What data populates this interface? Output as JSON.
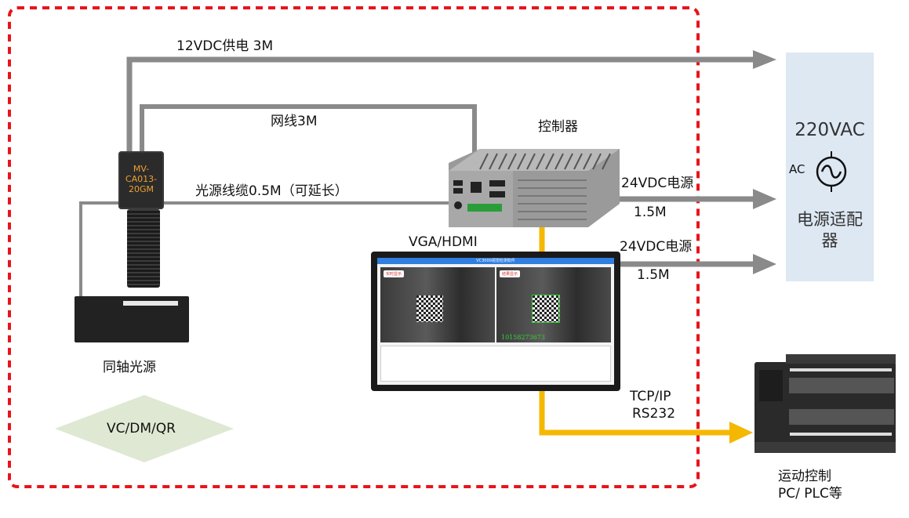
{
  "diagram": {
    "labels": {
      "power_12v": "12VDC供电 3M",
      "network": "网线3M",
      "light_cable": "光源线缆0.5M（可延长）",
      "controller": "控制器",
      "dc24_upper": "24VDC电源",
      "len_upper": "1.5M",
      "dc24_lower": "24VDC电源",
      "len_lower": "1.5M",
      "vga_hdmi": "VGA/HDMI",
      "tcp": "TCP/IP",
      "rs232": "RS232",
      "coax_light": "同轴光源",
      "codes": "VC/DM/QR",
      "motion_line1": "运动控制",
      "motion_line2": "PC/ PLC等"
    },
    "camera": {
      "model_lines": [
        "MV-",
        "CA013-",
        "20GM"
      ]
    },
    "power_box": {
      "voltage": "220VAC",
      "ac": "AC",
      "adapter_line1": "电源适配",
      "adapter_line2": "器"
    },
    "screen": {
      "title": "VC3000视觉检测软件",
      "left_tag": "实时显示",
      "right_tag": "结果显示",
      "readout": "10158273673"
    },
    "colors": {
      "gray_cable": "#8a8a8a",
      "yellow_cable": "#f5b800",
      "border_dash": "#e8141b",
      "power_box": "#dde8f3",
      "diamond_fill": "#dfe8d2",
      "camera_text": "#f0a030"
    }
  }
}
